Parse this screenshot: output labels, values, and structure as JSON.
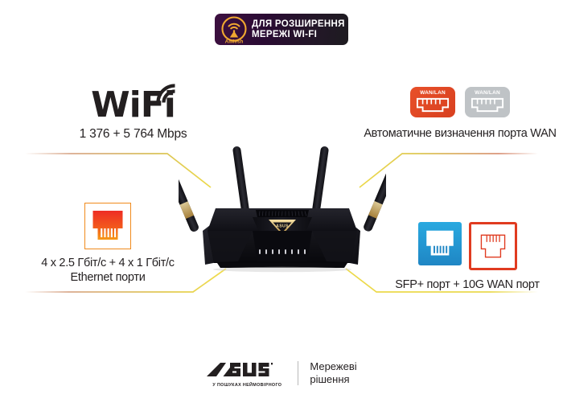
{
  "badge": {
    "logo_icon": "aimesh-logo-icon",
    "logo_label": "AiMesh",
    "line1": "ДЛЯ РОЗШИРЕННЯ",
    "line2": "МЕРЕЖІ WI-FI",
    "bg_color": "#2a0b33",
    "accent_color": "#f0a830"
  },
  "features": {
    "wifi": {
      "icon": "wifi-signal-icon",
      "title": "WiFi",
      "speed": "1 376 + 5 764 Mbps"
    },
    "ethernet": {
      "icon": "rj45-port-icon",
      "line1": "4 x 2.5 Гбіт/с + 4 x 1 Гбіт/с",
      "line2": "Ethernet порти",
      "icon_color": "#ef3e23",
      "border_color": "#f08a1c"
    },
    "wan": {
      "port_active_label": "WAN/LAN",
      "port_idle_label": "WAN/LAN",
      "caption": "Автоматичне визначення порта WAN",
      "active_color": "#e0451f",
      "idle_color": "#bfc3c6"
    },
    "sfp": {
      "icon_blue": "sfp-plus-port-icon",
      "icon_red": "10g-wan-port-icon",
      "caption": "SFP+ порт + 10G WAN порт",
      "blue_color": "#29a9e0",
      "red_color": "#e03b20"
    }
  },
  "product": {
    "image_name": "asus-wifi-router-product-photo",
    "brand_mark": "asus-triangle-logo"
  },
  "footer": {
    "brand": "ASUS",
    "brand_tagline": "У ПОШУКАХ НЕЙМОВІРНОГО",
    "division_line1": "Мережеві",
    "division_line2": "рішення"
  },
  "leader_lines": {
    "color_gold": "#e8d24a",
    "color_tan": "#c98b6a"
  }
}
